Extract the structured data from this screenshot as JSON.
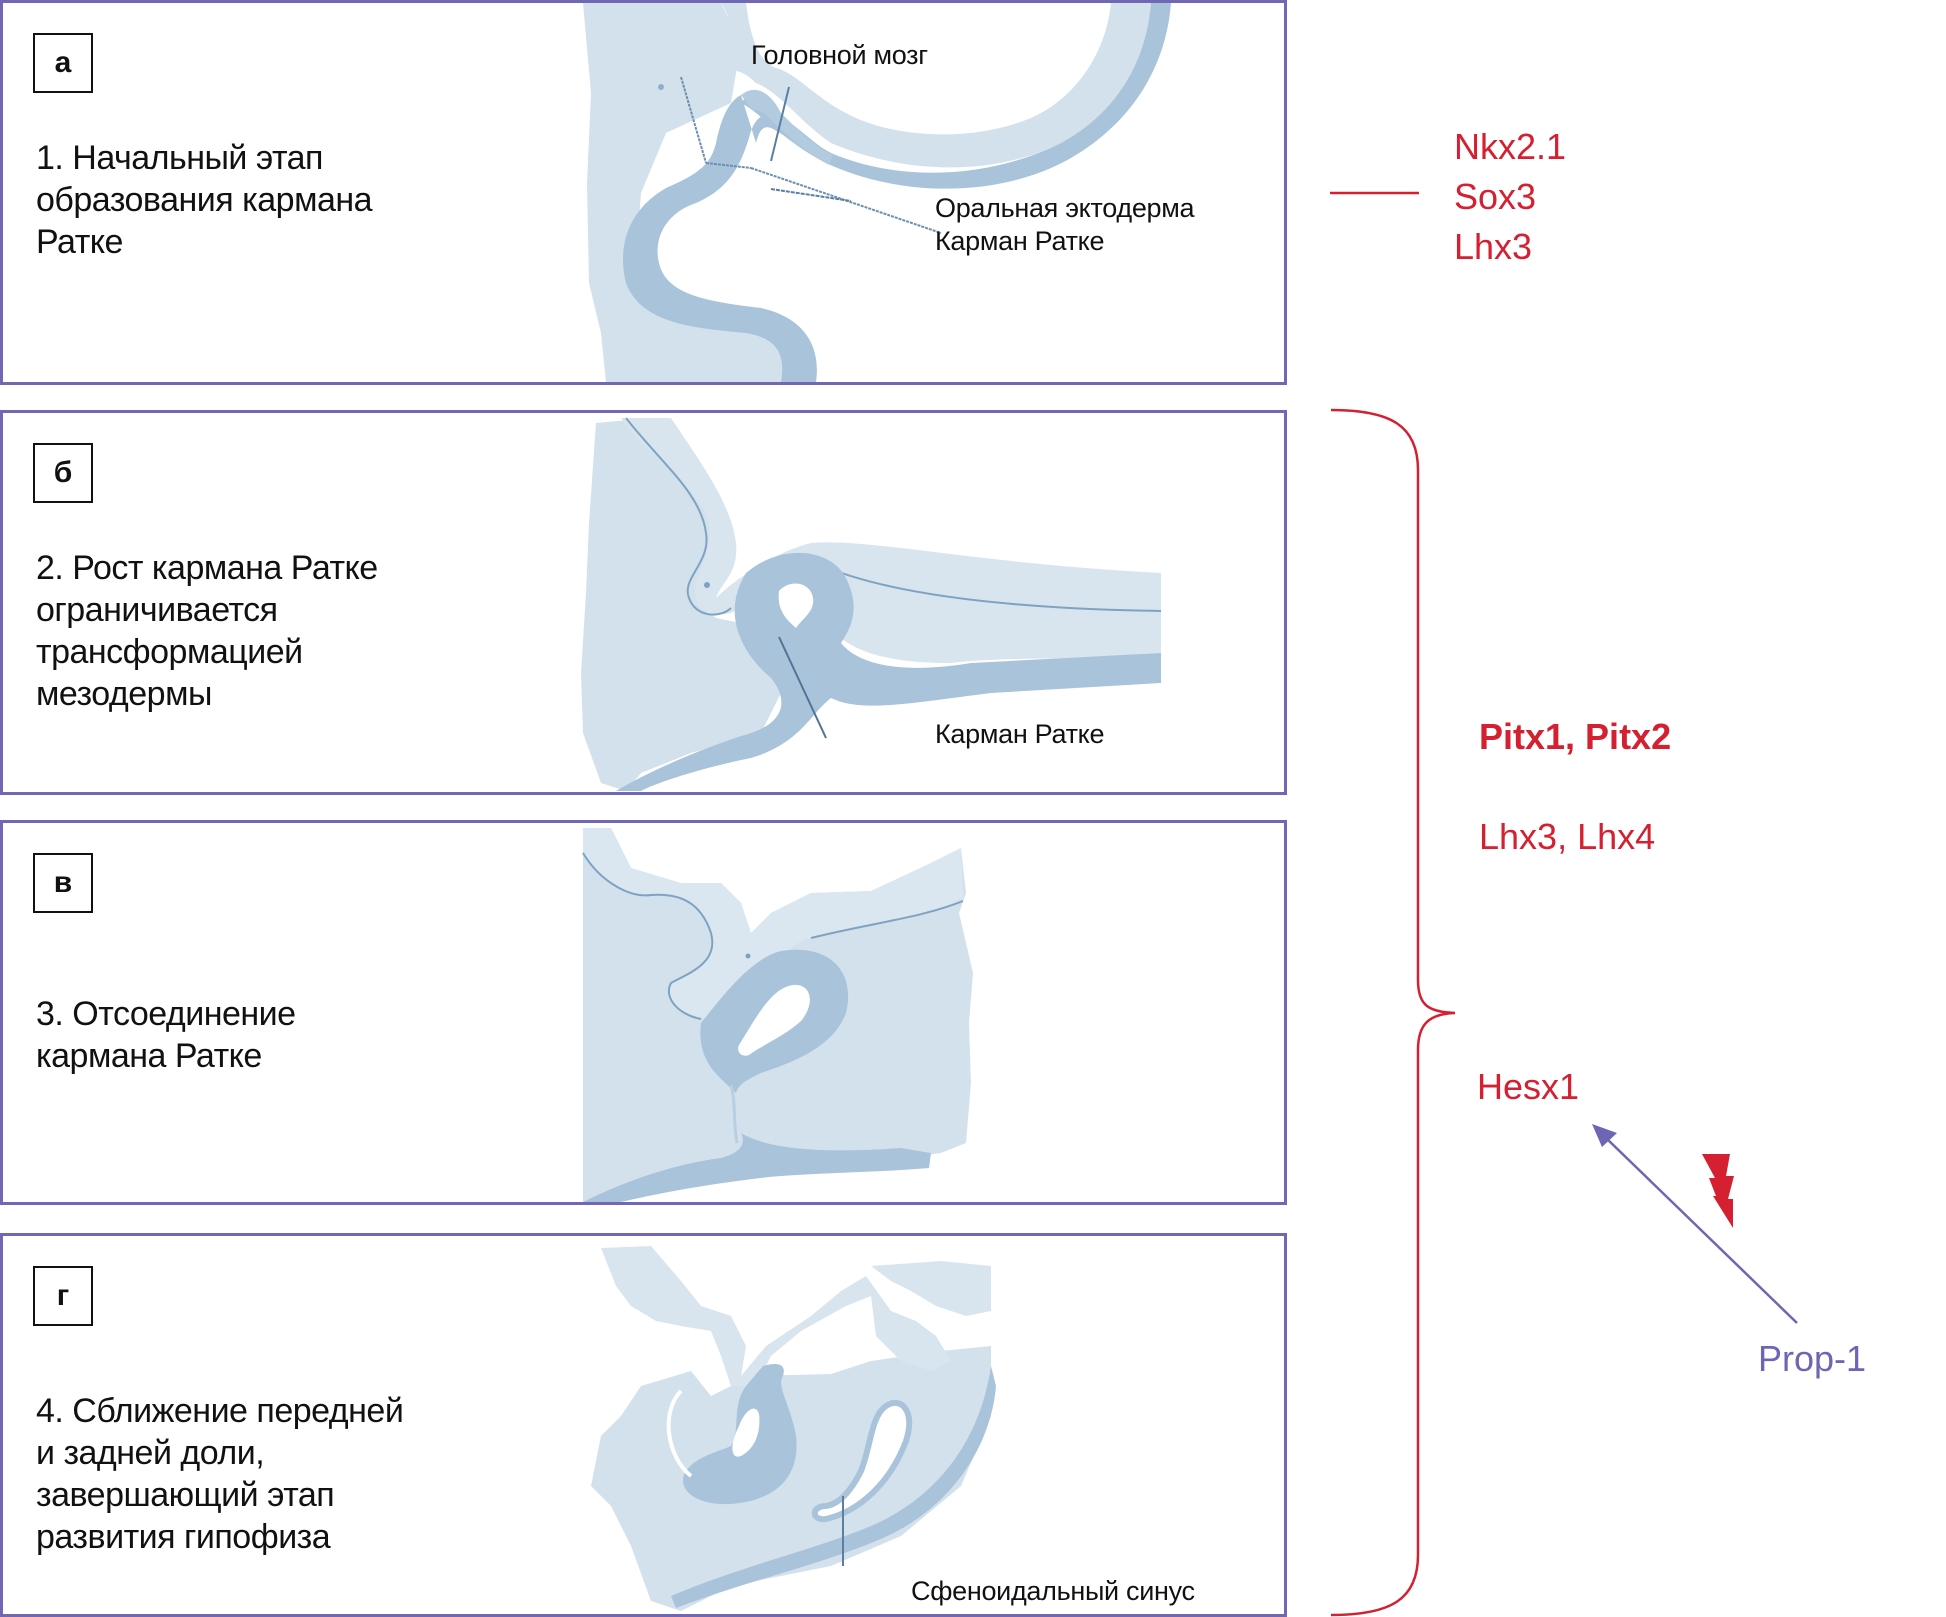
{
  "panels": [
    {
      "letter": "а",
      "description_lines": [
        "1. Начальный этап",
        "образования кармана",
        "Ратке"
      ],
      "annotations": [
        "Головной мозг",
        "Оральная эктодерма",
        "Карман Ратке"
      ]
    },
    {
      "letter": "б",
      "description_lines": [
        "2. Рост кармана Ратке",
        "ограничивается",
        "трансформацией",
        "мезодермы"
      ],
      "annotations": [
        "Карман Ратке"
      ]
    },
    {
      "letter": "в",
      "description_lines": [
        "3. Отсоединение",
        "кармана Ратке"
      ],
      "annotations": []
    },
    {
      "letter": "г",
      "description_lines": [
        "4. Сближение передней",
        "и задней доли,",
        "завершающий этап",
        "развития гипофиза"
      ],
      "annotations": [
        "Сфеноидальный синус"
      ]
    }
  ],
  "early_genes": [
    "Nkx2.1",
    "Sox3",
    "Lhx3"
  ],
  "late_genes": {
    "primary": "Pitx1, Pitx2",
    "secondary": "Lhx3, Lhx4",
    "tertiary": "Hesx1"
  },
  "regulator": {
    "label": "Prop-1",
    "target": "Hesx1",
    "icon": "lightning-bolt-icon"
  },
  "colors": {
    "panel_border": "#7068b4",
    "gene_text": "#d42030",
    "regulator": "#6d66b5",
    "tissue_light": "#d3e1ec",
    "tissue_mid": "#c4d7e6",
    "tissue_dark": "#a9c4da"
  }
}
